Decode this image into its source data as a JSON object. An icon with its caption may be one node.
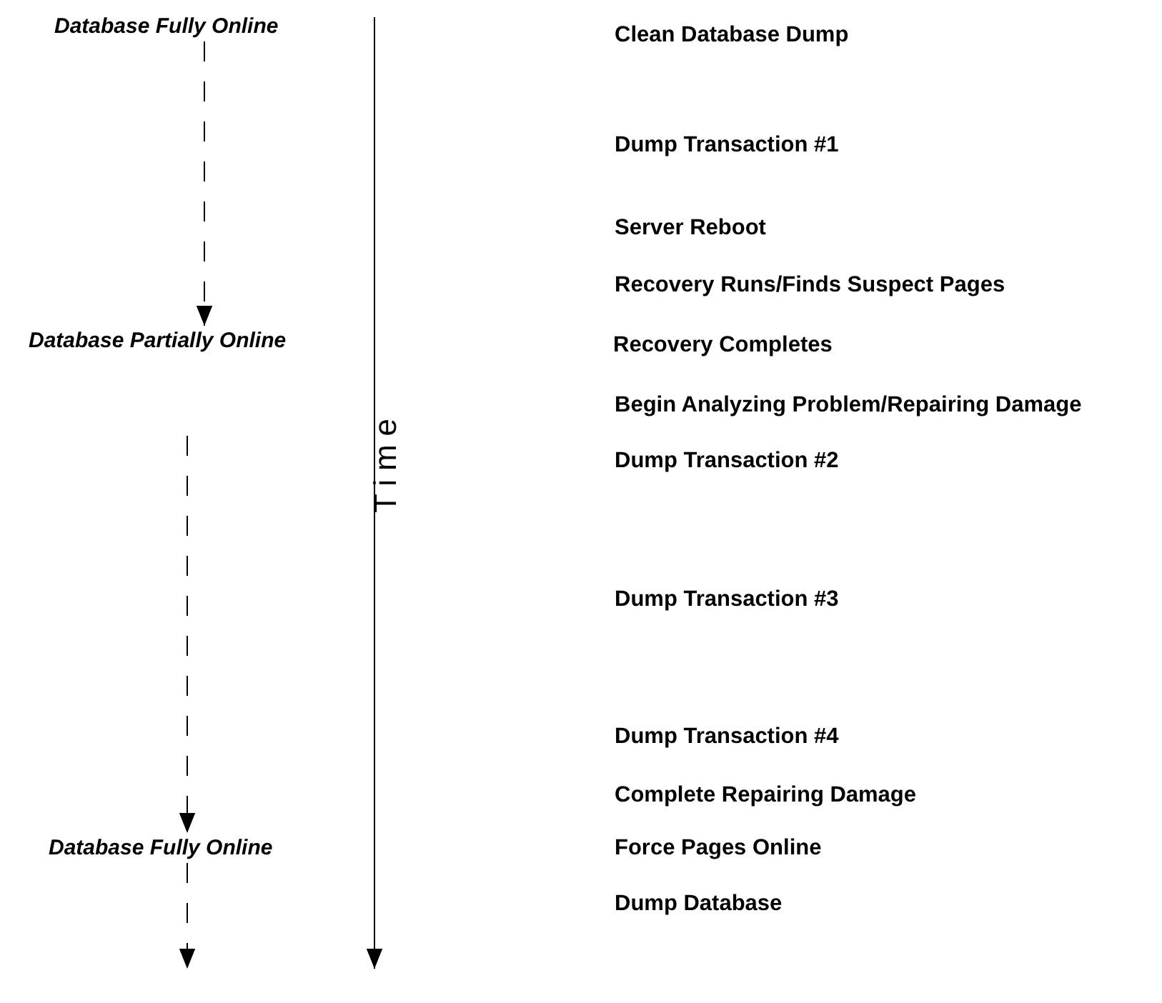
{
  "diagram": {
    "nodes": [
      {
        "text": [
          "Database Fully Online"
        ]
      },
      {
        "text": [
          "Database Partially Online"
        ]
      },
      {
        "text": [
          "Database Fully Online"
        ]
      }
    ],
    "edges": [
      {
        "from": 0,
        "to": 1,
        "arrow": "to",
        "style": "dashed"
      },
      {
        "from": 1,
        "to": 2,
        "arrow": "to",
        "style": "dashed"
      },
      {
        "from": 2,
        "to": null,
        "arrow": "to",
        "style": "dashed"
      }
    ],
    "labels": [
      "Clean Database Dump",
      "Dump Transaction #1",
      "Server Reboot",
      "Recovery Runs/Finds Suspect Pages",
      "Recovery Completes",
      "Begin Analyzing Problem/Repairing Damage",
      "Dump Transaction #2",
      "Time",
      "Dump Transaction #3",
      "Dump Transaction #4",
      "Complete Repairing Damage",
      "Force Pages Online",
      "Dump Database"
    ]
  }
}
